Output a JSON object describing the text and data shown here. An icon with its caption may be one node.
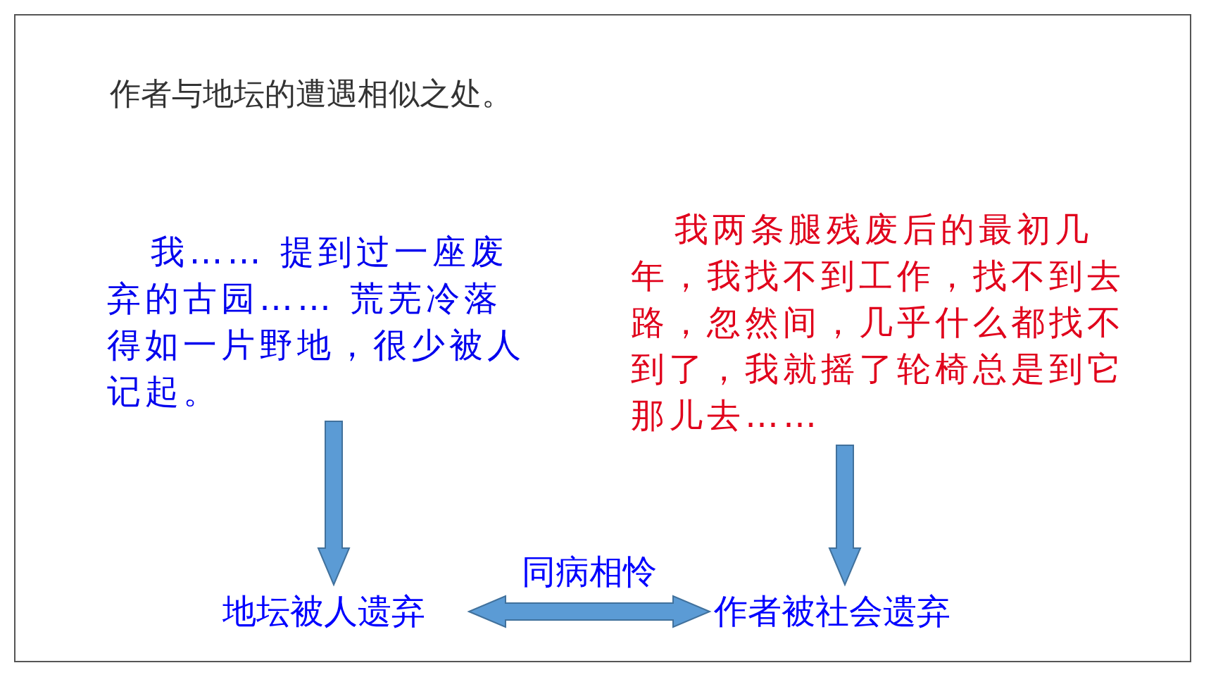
{
  "diagram": {
    "title": "作者与地坛的遭遇相似之处。",
    "nodes": [
      {
        "text": [
          "我…… 提到过一座废弃的古园…… 荒芜冷落得如一片野地，很少被人记起。"
        ]
      },
      {
        "text": [
          "我两条腿残废后的最初几年，我找不到工作，找不到去路，忽然间，几乎什么都找不到了，我就摇了轮椅总是到它那儿去……"
        ]
      },
      {
        "text": [
          "地坛被人遗弃"
        ]
      },
      {
        "text": [
          "作者被社会遗弃"
        ]
      }
    ],
    "edges": [
      {
        "from": 0,
        "to": 2,
        "arrow": "to"
      },
      {
        "from": 1,
        "to": 3,
        "arrow": "to"
      },
      {
        "from": 2,
        "to": 3,
        "arrow": "both",
        "label": "同病相怜"
      }
    ]
  }
}
